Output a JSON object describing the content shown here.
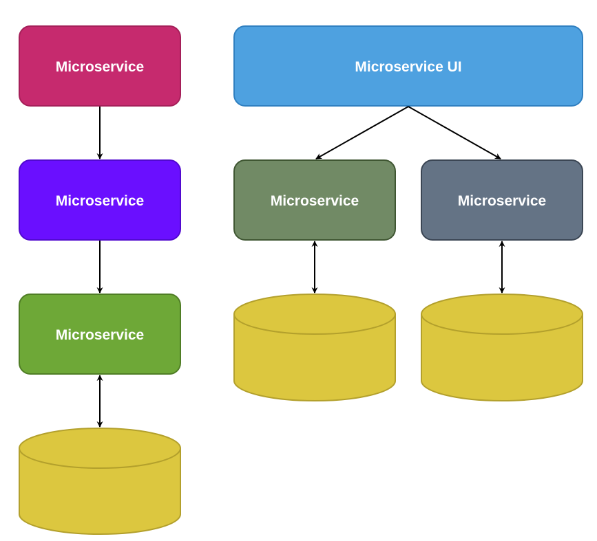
{
  "nodes": {
    "left_top": {
      "label": "Microservice",
      "fill": "#c62a6e",
      "stroke": "#a51f59"
    },
    "left_middle": {
      "label": "Microservice",
      "fill": "#6a0fff",
      "stroke": "#5109cf"
    },
    "left_bottom": {
      "label": "Microservice",
      "fill": "#6ea837",
      "stroke": "#4f7d25"
    },
    "ui": {
      "label": "Microservice UI",
      "fill": "#4ea1e0",
      "stroke": "#2f7fc0"
    },
    "right_left": {
      "label": "Microservice",
      "fill": "#718a65",
      "stroke": "#3f5632"
    },
    "right_right": {
      "label": "Microservice",
      "fill": "#647385",
      "stroke": "#3b4654"
    }
  },
  "databases": {
    "fill": "#dcc73f",
    "stroke": "#b3a02c"
  },
  "connectors": {
    "color": "#000000"
  }
}
